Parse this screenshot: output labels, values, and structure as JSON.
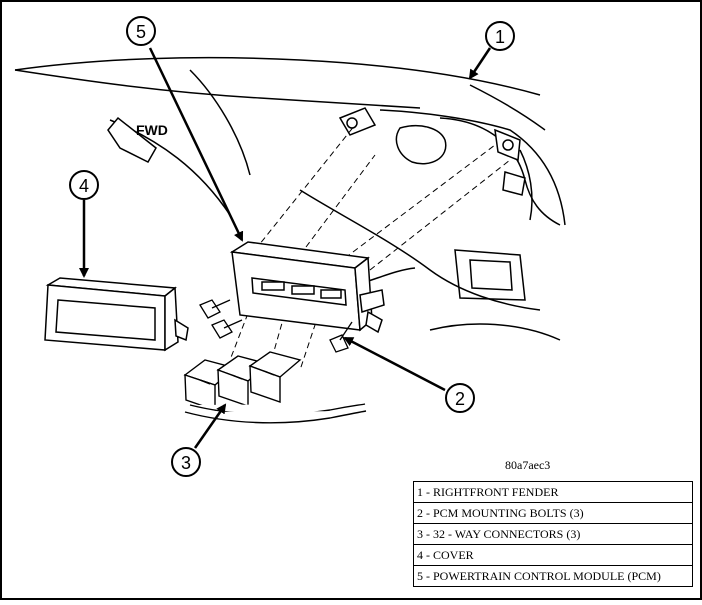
{
  "callouts": [
    "1",
    "2",
    "3",
    "4",
    "5"
  ],
  "direction_label": "FWD",
  "figure_code": "80a7aec3",
  "legend": [
    {
      "text": "1 - RIGHTFRONT FENDER"
    },
    {
      "text": "2 - PCM MOUNTING BOLTS (3)"
    },
    {
      "text": "3 - 32 - WAY CONNECTORS (3)"
    },
    {
      "text": "4 - COVER"
    },
    {
      "text": "5 - POWERTRAIN CONTROL MODULE (PCM)"
    }
  ]
}
